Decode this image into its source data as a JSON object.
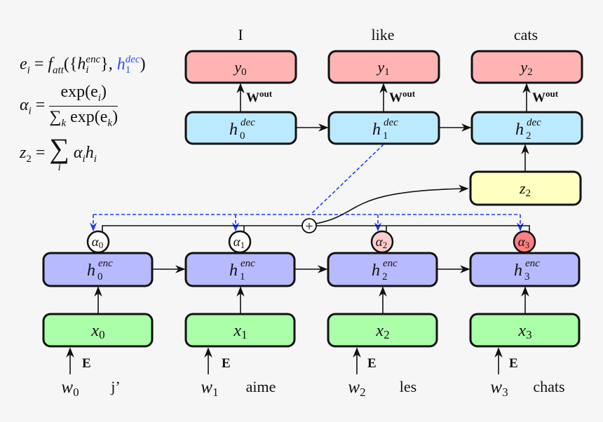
{
  "colors": {
    "background": "#f6f6f6",
    "output": "#ffb3b3",
    "decoder": "#bbeafe",
    "context": "#ffffc0",
    "encoder": "#b8baff",
    "input": "#aaffa8",
    "attention_link": "#1f3bff",
    "alpha_weights": [
      "#ffffff",
      "#ffffff",
      "#ffcccc",
      "#ff8080"
    ]
  },
  "equations": {
    "e": {
      "lhs": "e",
      "lhs_sub": "i",
      "eq": " = ",
      "f": "f",
      "f_sub": "att",
      "open": "({",
      "h": "h",
      "h_sub": "i",
      "h_sup": "enc",
      "mid": "}, ",
      "hd": "h",
      "hd_sub": "1",
      "hd_sup": "dec",
      "close": ")"
    },
    "alpha": {
      "lhs": "α",
      "lhs_sub": "i",
      "eq": " = ",
      "num": "exp(e",
      "num_sub": "i",
      "num_close": ")",
      "den_sum": "∑",
      "den_sub": "k",
      "den": " exp(e",
      "den_var_sub": "k",
      "den_close": ")"
    },
    "z": {
      "lhs": "z",
      "lhs_sub": "2",
      "eq": " = ",
      "sum": "∑",
      "sum_sub": "i",
      "rhs_a": "α",
      "rhs_a_sub": "i",
      "rhs_h": "h",
      "rhs_h_sub": "i"
    }
  },
  "output_words": [
    "I",
    "like",
    "cats"
  ],
  "output_nodes": [
    {
      "var": "y",
      "sub": "0"
    },
    {
      "var": "y",
      "sub": "1"
    },
    {
      "var": "y",
      "sub": "2"
    }
  ],
  "output_weight": {
    "var": "W",
    "sup": "out"
  },
  "decoder_nodes": [
    {
      "var": "h",
      "sub": "0",
      "sup": "dec"
    },
    {
      "var": "h",
      "sub": "1",
      "sup": "dec"
    },
    {
      "var": "h",
      "sub": "2",
      "sup": "dec"
    }
  ],
  "context_node": {
    "var": "z",
    "sub": "2"
  },
  "sum_symbol": "+",
  "attention_weights": [
    {
      "var": "α",
      "sub": "0"
    },
    {
      "var": "α",
      "sub": "1"
    },
    {
      "var": "α",
      "sub": "2"
    },
    {
      "var": "α",
      "sub": "3"
    }
  ],
  "encoder_nodes": [
    {
      "var": "h",
      "sub": "0",
      "sup": "enc"
    },
    {
      "var": "h",
      "sub": "1",
      "sup": "enc"
    },
    {
      "var": "h",
      "sub": "2",
      "sup": "enc"
    },
    {
      "var": "h",
      "sub": "3",
      "sup": "enc"
    }
  ],
  "input_nodes": [
    {
      "var": "x",
      "sub": "0"
    },
    {
      "var": "x",
      "sub": "1"
    },
    {
      "var": "x",
      "sub": "2"
    },
    {
      "var": "x",
      "sub": "3"
    }
  ],
  "embedding_label": "E",
  "input_tokens": [
    {
      "var": "w",
      "sub": "0",
      "word": "j’"
    },
    {
      "var": "w",
      "sub": "1",
      "word": "aime"
    },
    {
      "var": "w",
      "sub": "2",
      "word": "les"
    },
    {
      "var": "w",
      "sub": "3",
      "word": "chats"
    }
  ]
}
